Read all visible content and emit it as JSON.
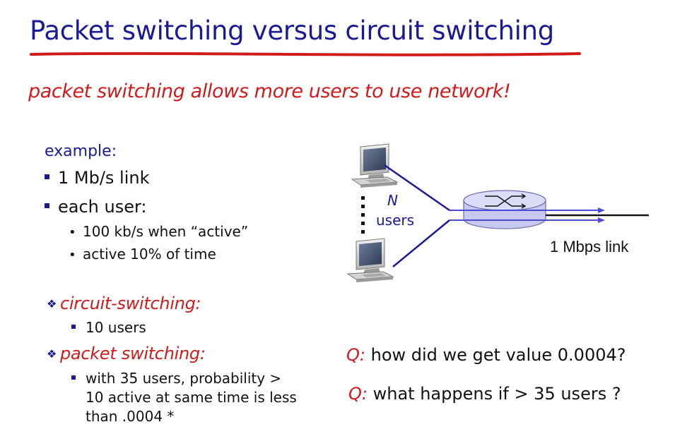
{
  "title": "Packet switching versus circuit switching",
  "subtitle": "packet switching allows more users to use network!",
  "example": {
    "label": "example:",
    "link_item": "1 Mb/s link",
    "user_item": "each user:",
    "user_details": [
      "100 kb/s when “active”",
      "active 10% of time"
    ]
  },
  "circuit": {
    "heading": "circuit-switching:",
    "detail": "10 users"
  },
  "packet": {
    "heading": "packet switching:",
    "detail_lines": [
      "with 35 users, probability >",
      "10 active at same time is less",
      "than .0004 *"
    ]
  },
  "questions": [
    {
      "q": "Q:",
      "text": " how did we get value 0.0004?"
    },
    {
      "q": "Q:",
      "text": " what happens if > 35 users ?"
    }
  ],
  "diagram": {
    "n_label": "N",
    "users_label": "users",
    "link_label": "1 Mbps link",
    "icons": [
      "computer-icon",
      "router-icon"
    ],
    "colors": {
      "link": "#1a1a96",
      "packet_line": "#4b4bd6",
      "router_fill": "#c8c8f0",
      "router_top": "#dcdcf8"
    }
  }
}
